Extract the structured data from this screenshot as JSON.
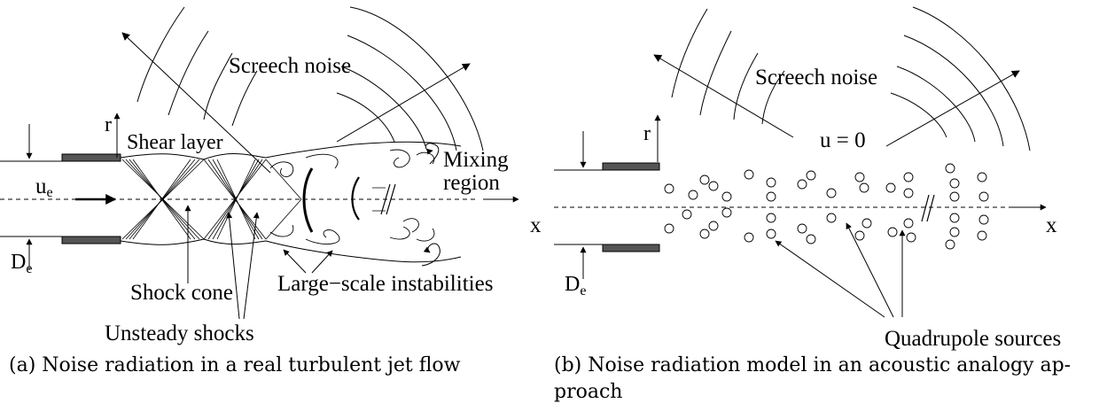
{
  "panel_a": {
    "screech_label": "Screech noise",
    "r_label": "r",
    "shear_label": "Shear layer",
    "mixing_label_1": "Mixing",
    "mixing_label_2": "region",
    "ue_label": "u",
    "ue_sub": "e",
    "x_label": "x",
    "de_label": "D",
    "de_sub": "e",
    "shock_cone_label": "Shock cone",
    "instab_label": "Large−scale instabilities",
    "unsteady_label": "Unsteady shocks",
    "caption": "(a) Noise radiation in a real turbulent jet flow"
  },
  "panel_b": {
    "screech_label": "Screech noise",
    "r_label": "r",
    "u_label": "u = 0",
    "x_label": "x",
    "de_label": "D",
    "de_sub": "e",
    "quad_label": "Quadrupole sources",
    "caption_line1": "(b) Noise radiation model in an acoustic analogy ap-",
    "caption_line2": "proach"
  }
}
